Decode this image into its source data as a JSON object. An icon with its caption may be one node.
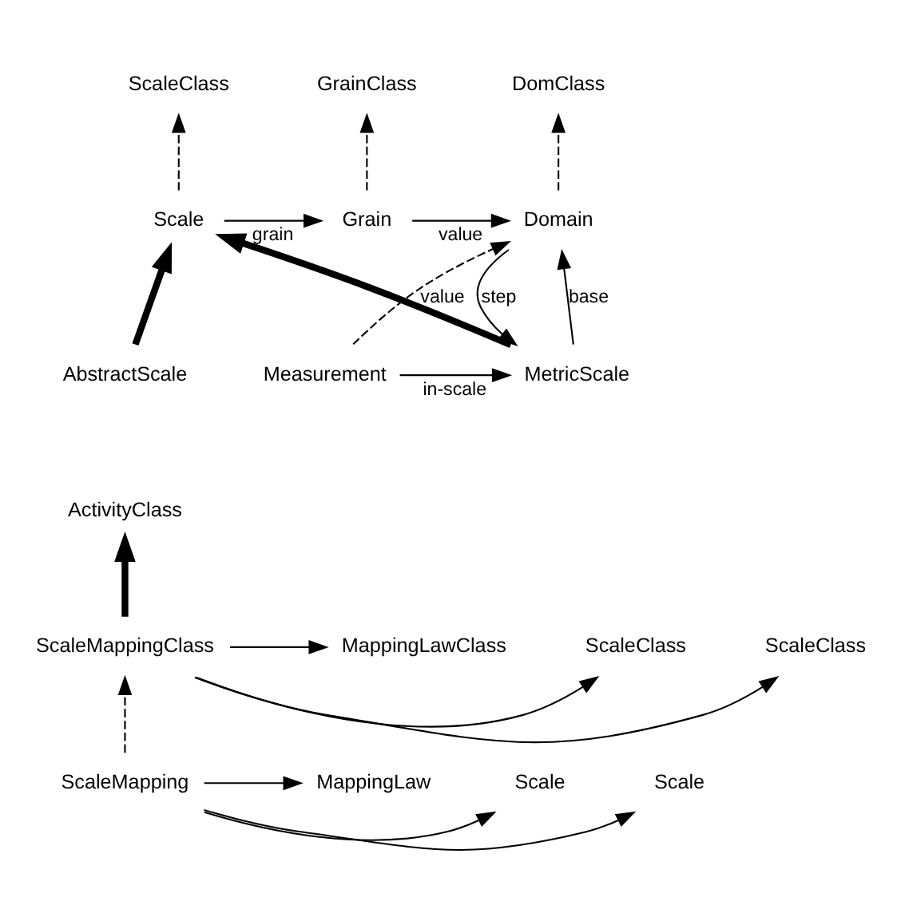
{
  "diagram": {
    "nodes": [
      {
        "text": [
          "ScaleClass"
        ]
      },
      {
        "text": [
          "GrainClass"
        ]
      },
      {
        "text": [
          "DomClass"
        ]
      },
      {
        "text": [
          "Scale"
        ]
      },
      {
        "text": [
          "Grain"
        ]
      },
      {
        "text": [
          "Domain"
        ]
      },
      {
        "text": [
          "AbstractScale"
        ]
      },
      {
        "text": [
          "MetricScale"
        ]
      },
      {
        "text": [
          "Measurement"
        ]
      },
      {
        "text": [
          "ActivityClass"
        ]
      },
      {
        "text": [
          "ScaleMappingClass"
        ]
      },
      {
        "text": [
          "ScaleClass"
        ]
      },
      {
        "text": [
          "ScaleClass"
        ]
      },
      {
        "text": [
          "MappingLawClass"
        ]
      },
      {
        "text": [
          "ScaleMapping"
        ]
      },
      {
        "text": [
          "Scale"
        ]
      },
      {
        "text": [
          "Scale"
        ]
      },
      {
        "text": [
          "MappingLaw"
        ]
      }
    ],
    "edges": [
      {
        "from": 3,
        "to": 0,
        "arrow": "to",
        "style": "dashed"
      },
      {
        "from": 4,
        "to": 1,
        "arrow": "to",
        "style": "dashed"
      },
      {
        "from": 5,
        "to": 2,
        "arrow": "to",
        "style": "dashed"
      },
      {
        "from": 3,
        "to": 4,
        "arrow": "to",
        "label": "grain"
      },
      {
        "from": 4,
        "to": 5,
        "arrow": "to",
        "label": "value"
      },
      {
        "from": 5,
        "to": 7,
        "arrow": "to",
        "label": "step"
      },
      {
        "from": 7,
        "to": 5,
        "arrow": "to",
        "label": "base"
      },
      {
        "from": 8,
        "to": 5,
        "arrow": "to",
        "label": "value",
        "style": "dashed"
      },
      {
        "from": 8,
        "to": 7,
        "arrow": "to",
        "label": "in-scale"
      },
      {
        "from": 6,
        "to": 3,
        "arrow": "to",
        "style": "thick"
      },
      {
        "from": 7,
        "to": 3,
        "arrow": "to",
        "style": "thick"
      },
      {
        "from": 10,
        "to": 9,
        "arrow": "to",
        "style": "thick"
      },
      {
        "from": 14,
        "to": 10,
        "arrow": "to",
        "style": "dashed"
      },
      {
        "from": 10,
        "to": 11,
        "arrow": "to"
      },
      {
        "from": 10,
        "to": 12,
        "arrow": "to"
      },
      {
        "from": 10,
        "to": 13,
        "arrow": "to"
      },
      {
        "from": 14,
        "to": 15,
        "arrow": "to"
      },
      {
        "from": 14,
        "to": 16,
        "arrow": "to"
      },
      {
        "from": 14,
        "to": 17,
        "arrow": "to"
      }
    ]
  }
}
